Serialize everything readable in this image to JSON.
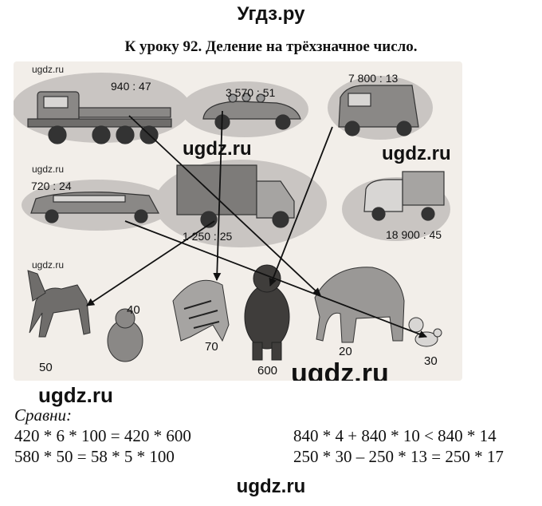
{
  "site_title": "Угдз.ру",
  "lesson_heading": "К уроку 92. Деление на трёхзначное число.",
  "watermarks": {
    "small": "ugdz.ru",
    "big": "ugdz.ru",
    "footer": "ugdz.ru"
  },
  "vehicles": [
    {
      "name": "truck",
      "expression": "940 : 47"
    },
    {
      "name": "convertible",
      "expression": "3 570 : 51"
    },
    {
      "name": "van",
      "expression": "7 800 : 13"
    },
    {
      "name": "limousine",
      "expression": "720 : 24"
    },
    {
      "name": "covered-truck",
      "expression": "1 250 : 25"
    },
    {
      "name": "small-truck",
      "expression": "18 900 : 45"
    }
  ],
  "animals": [
    {
      "name": "horse",
      "value": "50"
    },
    {
      "name": "monkey",
      "value": "40"
    },
    {
      "name": "tiger",
      "value": "70"
    },
    {
      "name": "bear",
      "value": "600"
    },
    {
      "name": "elephant",
      "value": "20"
    },
    {
      "name": "poodle",
      "value": "30"
    }
  ],
  "compare": {
    "label": "Сравни:",
    "left": [
      "420 * 6 * 100 = 420 * 600",
      "580 * 50 = 58 * 5 * 100"
    ],
    "right": [
      "840 * 4 + 840 * 10 < 840 * 14",
      "250 * 30 – 250 * 13 = 250 * 17"
    ]
  },
  "colors": {
    "background": "#f2eee9",
    "ink": "#111111",
    "vehicle_shadow": "#c9c5c2"
  }
}
